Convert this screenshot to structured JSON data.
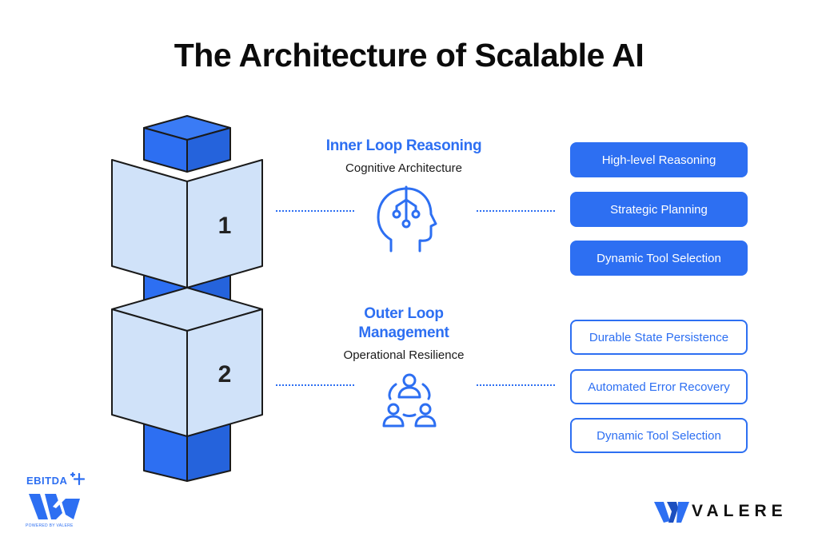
{
  "title": "The Architecture of Scalable AI",
  "stack": {
    "block1_number": "1",
    "block2_number": "2"
  },
  "inner_loop": {
    "heading": "Inner Loop Reasoning",
    "subtitle": "Cognitive Architecture",
    "icon": "brain-head-icon",
    "items": [
      "High-level Reasoning",
      "Strategic Planning",
      "Dynamic Tool Selection"
    ]
  },
  "outer_loop": {
    "heading_line1": "Outer Loop",
    "heading_line2": "Management",
    "subtitle": "Operational Resilience",
    "icon": "team-cycle-icon",
    "items": [
      "Durable State Persistence",
      "Automated Error Recovery",
      "Dynamic Tool Selection"
    ]
  },
  "logos": {
    "ebitda": "EBITDA",
    "powered_by": "POWERED BY VALERE",
    "valere": "VALERE"
  },
  "colors": {
    "accent": "#2d6ff2",
    "block_face": "#d0e2f9",
    "outline": "#1a1a1a"
  }
}
